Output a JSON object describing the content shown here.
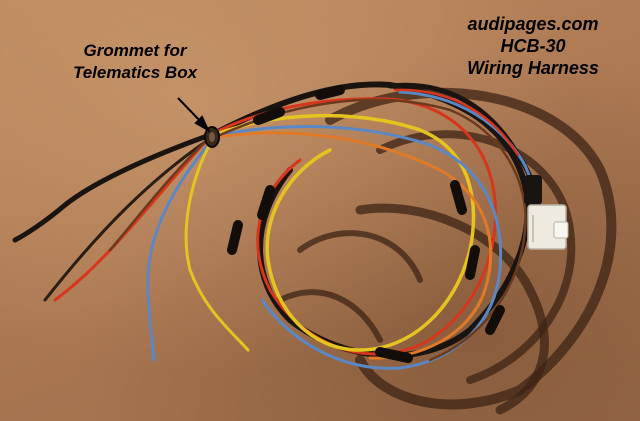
{
  "photo": {
    "annotation_lines": [
      "Grommet for",
      "Telematics Box"
    ],
    "title_lines": [
      "audipages.com",
      "HCB-30",
      "Wiring Harness"
    ]
  },
  "colors": {
    "table_surface": "#b07c55",
    "wire_black": "#1a1410",
    "wire_red": "#d8361c",
    "wire_yellow": "#e6c420",
    "wire_blue": "#5b88c4",
    "wire_brown": "#6b3a1e",
    "wire_orange": "#e07a28",
    "connector_white": "#eeeae0",
    "shadow": "#3d2415"
  }
}
